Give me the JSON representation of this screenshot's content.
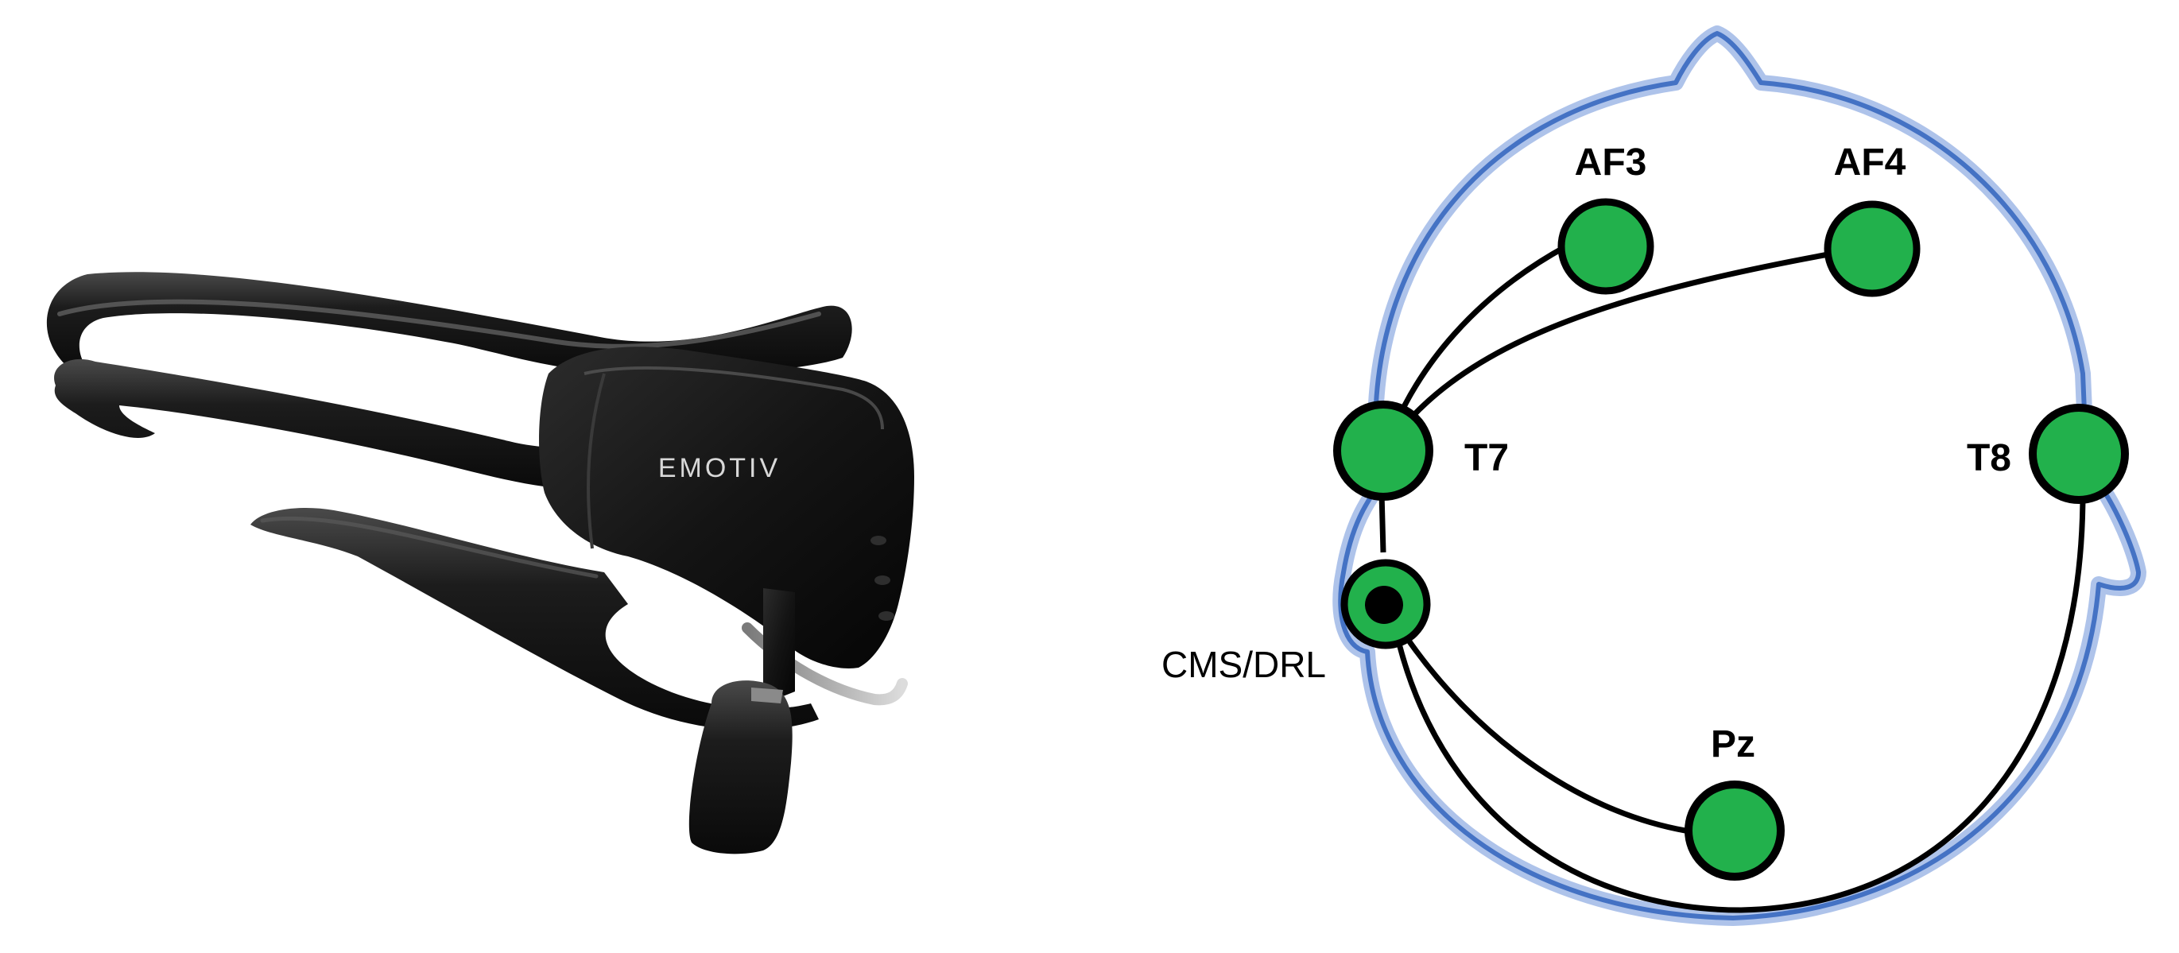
{
  "headset": {
    "brand_text": "EMOTIV",
    "body_color": "#1a1a1a",
    "highlight_color": "#3a3a3a"
  },
  "diagram": {
    "head_outline_color": "#4472c4",
    "electrode_fill": "#22b14c",
    "electrode_stroke": "#000000",
    "electrodes": [
      {
        "id": "AF3",
        "label": "AF3"
      },
      {
        "id": "AF4",
        "label": "AF4"
      },
      {
        "id": "T7",
        "label": "T7"
      },
      {
        "id": "T8",
        "label": "T8"
      },
      {
        "id": "CMS_DRL",
        "label": "CMS/DRL"
      },
      {
        "id": "Pz",
        "label": "Pz"
      }
    ]
  }
}
